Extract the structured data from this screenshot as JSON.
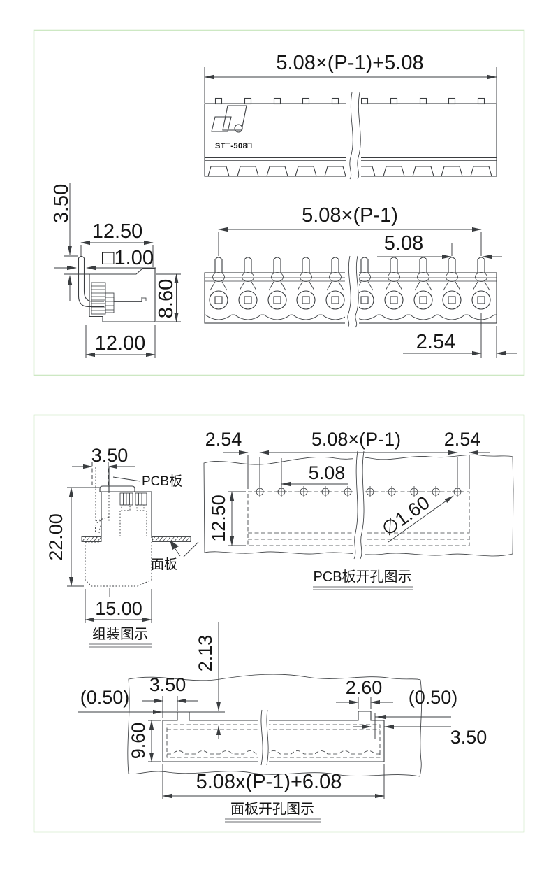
{
  "colors": {
    "line": "#3a3d40",
    "text": "#151515",
    "panel_border": "#cde8c3"
  },
  "panel1": {
    "front_view": {
      "dim_total": "5.08×(P-1)+5.08",
      "part_number": "ST□-508□"
    },
    "side_view": {
      "dim_pin_ext": "3.50",
      "dim_depth_top": "12.50",
      "dim_pin_square": "□1.00",
      "dim_body_height": "8.60",
      "dim_depth_bottom": "12.00"
    },
    "bottom_view": {
      "dim_span": "5.08×(P-1)",
      "dim_pitch": "5.08",
      "dim_end_offset": "2.54"
    }
  },
  "panel2": {
    "assembly_view": {
      "dim_pcb_thickness": "3.50",
      "dim_height": "22.00",
      "dim_width": "15.00",
      "label_pcb": "PCB板",
      "label_panel": "面板",
      "caption": "组装图示"
    },
    "pcb_view": {
      "dim_edge_left": "2.54",
      "dim_span": "5.08×(P-1)",
      "dim_edge_right": "2.54",
      "dim_pitch": "5.08",
      "dim_depth": "12.50",
      "dim_hole_dia": "∅1.60",
      "caption": "PCB板开孔图示"
    },
    "cutout_view": {
      "dim_step": "2.13",
      "dim_notch_left": "3.50",
      "dim_ref_left": "(0.50)",
      "dim_notch_right": "2.60",
      "dim_ref_right": "(0.50)",
      "dim_height": "9.60",
      "dim_edge_right": "3.50",
      "dim_width": "5.08x(P-1)+6.08",
      "caption": "面板开孔图示"
    }
  }
}
